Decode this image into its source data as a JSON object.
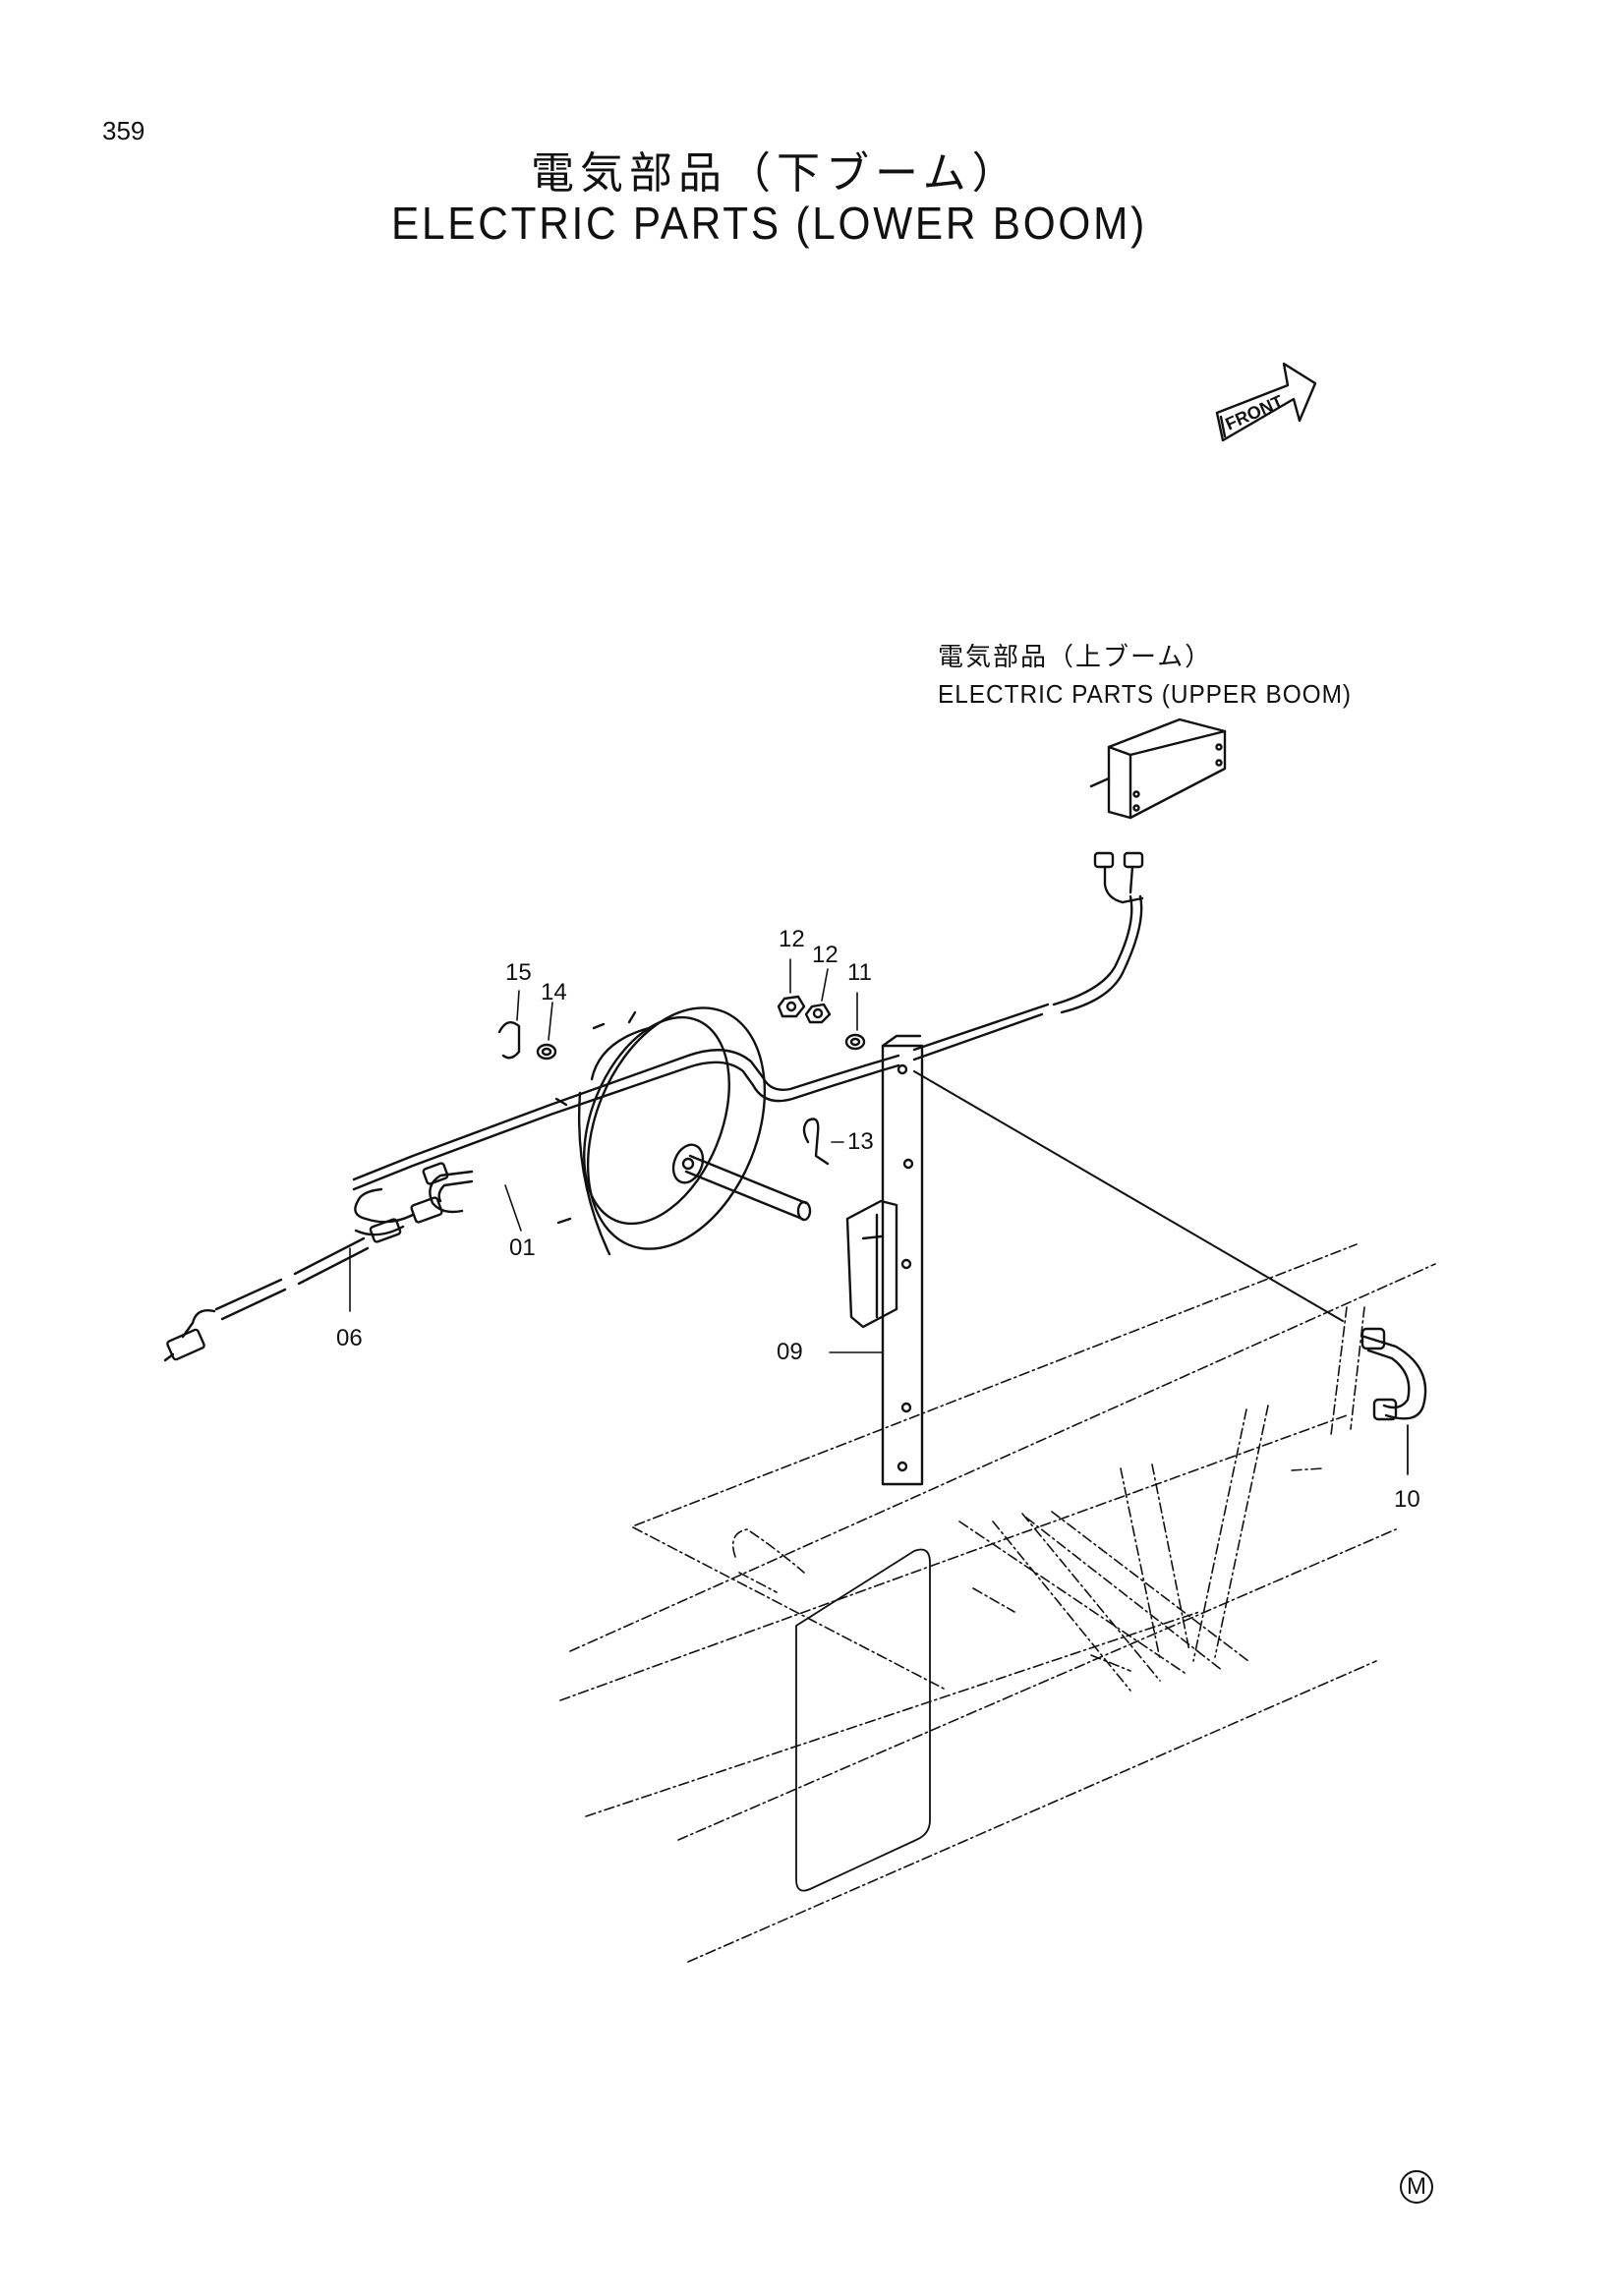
{
  "page": {
    "number": "359"
  },
  "title": {
    "japanese": "電気部品（下ブーム）",
    "english": "ELECTRIC PARTS (LOWER BOOM)"
  },
  "front_indicator": {
    "label": "FRONT",
    "icon": "front-arrow-icon"
  },
  "reference": {
    "japanese": "電気部品（上ブーム）",
    "english": "ELECTRIC PARTS (UPPER BOOM)"
  },
  "callouts": {
    "c01": "01",
    "c06": "06",
    "c09": "09",
    "c10": "10",
    "c11": "11",
    "c12a": "12",
    "c12b": "12",
    "c13": "13",
    "c14": "14",
    "c15": "15"
  },
  "footer": {
    "mark": "M"
  }
}
